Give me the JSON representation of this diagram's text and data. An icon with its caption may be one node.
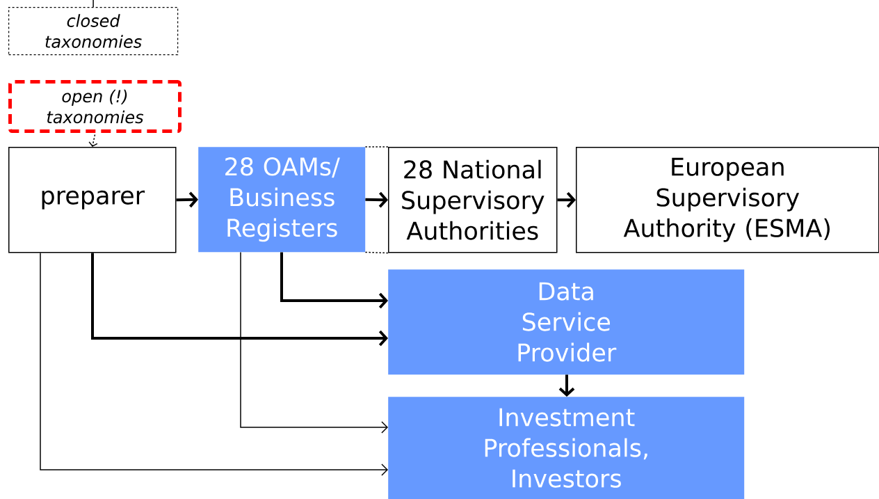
{
  "diagram": {
    "nodes": [
      {
        "text": [
          "closed taxonomies"
        ]
      },
      {
        "text": [
          "open (!) taxonomies"
        ]
      },
      {
        "text": [
          "preparer"
        ]
      },
      {
        "text": [
          "28 OAMs/ Business Registers"
        ]
      },
      {
        "text": [
          "28 National Supervisory Authorities"
        ]
      },
      {
        "text": [
          "European Supervisory Authority (ESMA)"
        ]
      },
      {
        "text": [
          "Data Service Provider"
        ]
      },
      {
        "text": [
          "Investment Professionals, Investors"
        ]
      }
    ],
    "edges": [
      {
        "from": null,
        "to": 0,
        "arrow": "none"
      },
      {
        "from": 1,
        "to": 2,
        "arrow": "to",
        "style": "dashed"
      },
      {
        "from": 2,
        "to": 3,
        "arrow": "to",
        "style": "thick"
      },
      {
        "from": 3,
        "to": 4,
        "arrow": "to",
        "style": "thick"
      },
      {
        "from": 3,
        "to": 4,
        "arrow": "none",
        "style": "dashed"
      },
      {
        "from": 3,
        "to": 4,
        "arrow": "none",
        "style": "dashed"
      },
      {
        "from": 4,
        "to": 5,
        "arrow": "to",
        "style": "thick"
      },
      {
        "from": 3,
        "to": 6,
        "arrow": "to",
        "style": "thick"
      },
      {
        "from": 2,
        "to": 6,
        "arrow": "to",
        "style": "thick"
      },
      {
        "from": 6,
        "to": 7,
        "arrow": "to",
        "style": "thick"
      },
      {
        "from": 3,
        "to": 7,
        "arrow": "to"
      },
      {
        "from": 2,
        "to": 7,
        "arrow": "to"
      }
    ]
  }
}
